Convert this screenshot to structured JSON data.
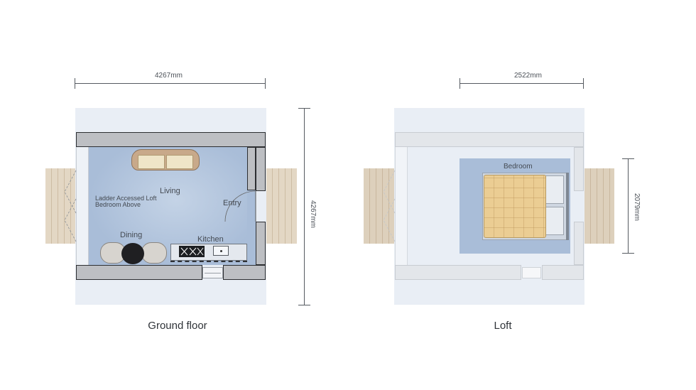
{
  "ground_floor": {
    "title": "Ground floor",
    "width_dim": "4267mm",
    "height_dim": "4267mm",
    "rooms": {
      "living": "Living",
      "entry": "Entry",
      "dining": "Dining",
      "kitchen": "Kitchen",
      "loft_note_line1": "Ladder Accessed Loft",
      "loft_note_line2": "Bedroom Above"
    }
  },
  "loft": {
    "title": "Loft",
    "width_dim": "2522mm",
    "height_dim": "2079mm",
    "rooms": {
      "bedroom": "Bedroom"
    }
  },
  "colors": {
    "floor_blue": "#a9bdd8",
    "wall_grey": "#bdbfc3",
    "deck_wood": "#e3d7c4",
    "bed_yellow": "#e8c98e"
  }
}
